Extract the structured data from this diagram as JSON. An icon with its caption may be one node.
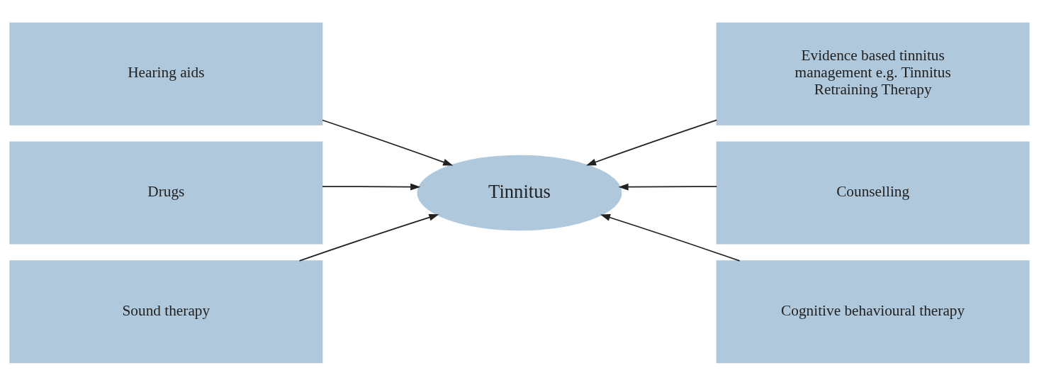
{
  "diagram": {
    "nodes": [
      {
        "text": [
          "Hearing aids"
        ]
      },
      {
        "text": [
          "Evidence based tinnitus management e.g. Tinnitus Retraining Therapy"
        ]
      },
      {
        "text": [
          "Drugs"
        ]
      },
      {
        "text": [
          "Tinnitus"
        ]
      },
      {
        "text": [
          "Counselling"
        ]
      },
      {
        "text": [
          "Sound therapy"
        ]
      },
      {
        "text": [
          "Cognitive behavioural therapy"
        ]
      }
    ],
    "edges": [
      {
        "from": 0,
        "to": 3,
        "arrow": "to"
      },
      {
        "from": 1,
        "to": 3,
        "arrow": "to"
      },
      {
        "from": 2,
        "to": 3,
        "arrow": "to"
      },
      {
        "from": 4,
        "to": 3,
        "arrow": "to"
      },
      {
        "from": 5,
        "to": 3,
        "arrow": "to"
      },
      {
        "from": 6,
        "to": 3,
        "arrow": "to"
      }
    ]
  }
}
